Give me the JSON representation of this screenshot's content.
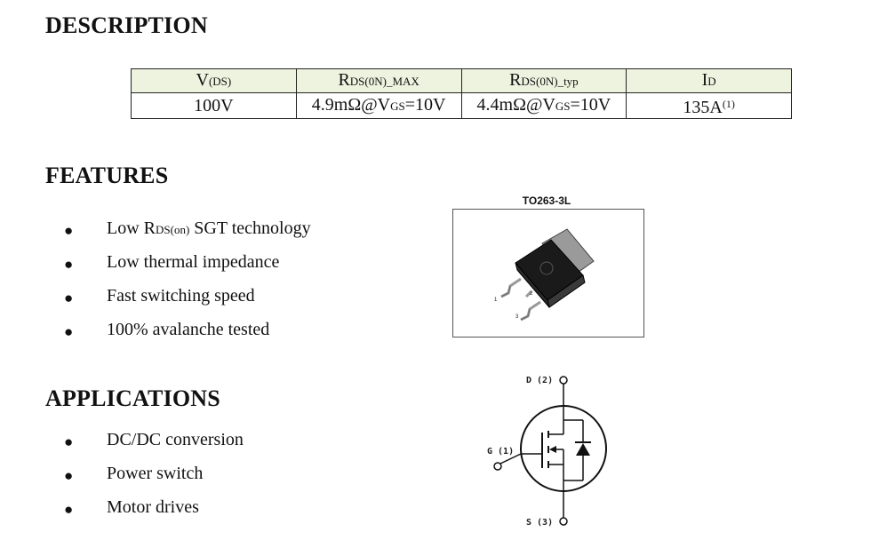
{
  "description": {
    "heading": "DESCRIPTION",
    "table": {
      "headers": [
        {
          "main": "V",
          "sub": "(DS)"
        },
        {
          "main": "R",
          "sub": "DS(0N)_MAX"
        },
        {
          "main": "R",
          "sub": "DS(0N)_typ"
        },
        {
          "main": "I",
          "sub": "D"
        }
      ],
      "values": [
        {
          "pre": "100V",
          "sub": "",
          "post": "",
          "sup": ""
        },
        {
          "pre": "4.9mΩ@V",
          "sub": "GS",
          "post": "=10V",
          "sup": ""
        },
        {
          "pre": "4.4mΩ@V",
          "sub": "GS",
          "post": "=10V",
          "sup": ""
        },
        {
          "pre": "135A",
          "sub": "",
          "post": "",
          "sup": "(1)"
        }
      ]
    }
  },
  "features": {
    "heading": "FEATURES",
    "bullet": "●",
    "items": [
      {
        "pre": "Low R",
        "sub": "DS(on)",
        "post": " SGT technology"
      },
      {
        "pre": "Low thermal impedance",
        "sub": "",
        "post": ""
      },
      {
        "pre": "Fast switching speed",
        "sub": "",
        "post": ""
      },
      {
        "pre": "100% avalanche tested",
        "sub": "",
        "post": ""
      }
    ]
  },
  "applications": {
    "heading": "APPLICATIONS",
    "items": [
      "DC/DC conversion",
      "Power switch",
      "Motor drives"
    ]
  },
  "package": {
    "label": "TO263-3L",
    "pins": [
      "1",
      "2",
      "3"
    ]
  },
  "schematic": {
    "drain": "D (2)",
    "gate": "G (1)",
    "source": "S (3)"
  }
}
